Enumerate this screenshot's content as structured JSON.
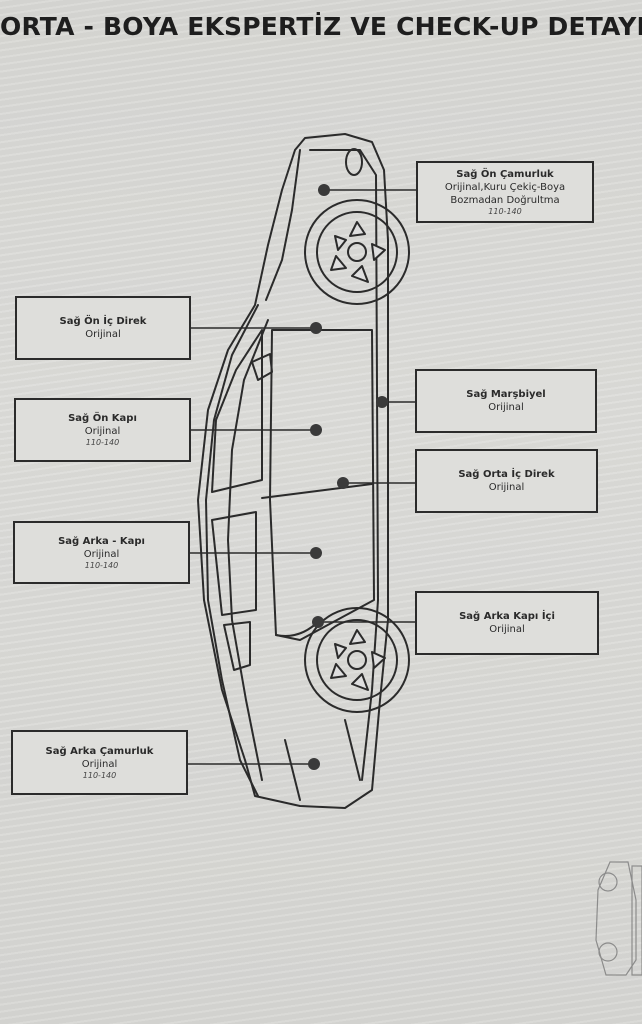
{
  "header": {
    "title": "ORTA - BOYA EKSPERTİZ VE CHECK-UP DETAYLI SA"
  },
  "colors": {
    "ink": "#2b2b2b",
    "paper": "#d9d9d7"
  },
  "callouts": [
    {
      "id": "sag-on-camurluk",
      "title": "Sağ Ön Çamurluk",
      "status": "Orijinal,Kuru Çekiç-Boya Bozmadan Doğrultma",
      "range": "110-140"
    },
    {
      "id": "sag-on-ic-direk",
      "title": "Sağ Ön İç Direk",
      "status": "Orijinal",
      "range": ""
    },
    {
      "id": "sag-marsbiyel",
      "title": "Sağ Marşbiyel",
      "status": "Orijinal",
      "range": ""
    },
    {
      "id": "sag-on-kapi",
      "title": "Sağ Ön Kapı",
      "status": "Orijinal",
      "range": "110-140"
    },
    {
      "id": "sag-orta-ic-direk",
      "title": "Sağ Orta İç Direk",
      "status": "Orijinal",
      "range": ""
    },
    {
      "id": "sag-arka-kapi",
      "title": "Sağ Arka - Kapı",
      "status": "Orijinal",
      "range": "110-140"
    },
    {
      "id": "sag-arka-kapi-ici",
      "title": "Sağ Arka Kapı İçi",
      "status": "Orijinal",
      "range": ""
    },
    {
      "id": "sag-arka-camurluk",
      "title": "Sağ Arka Çamurluk",
      "status": "Orijinal",
      "range": "110-140"
    }
  ]
}
